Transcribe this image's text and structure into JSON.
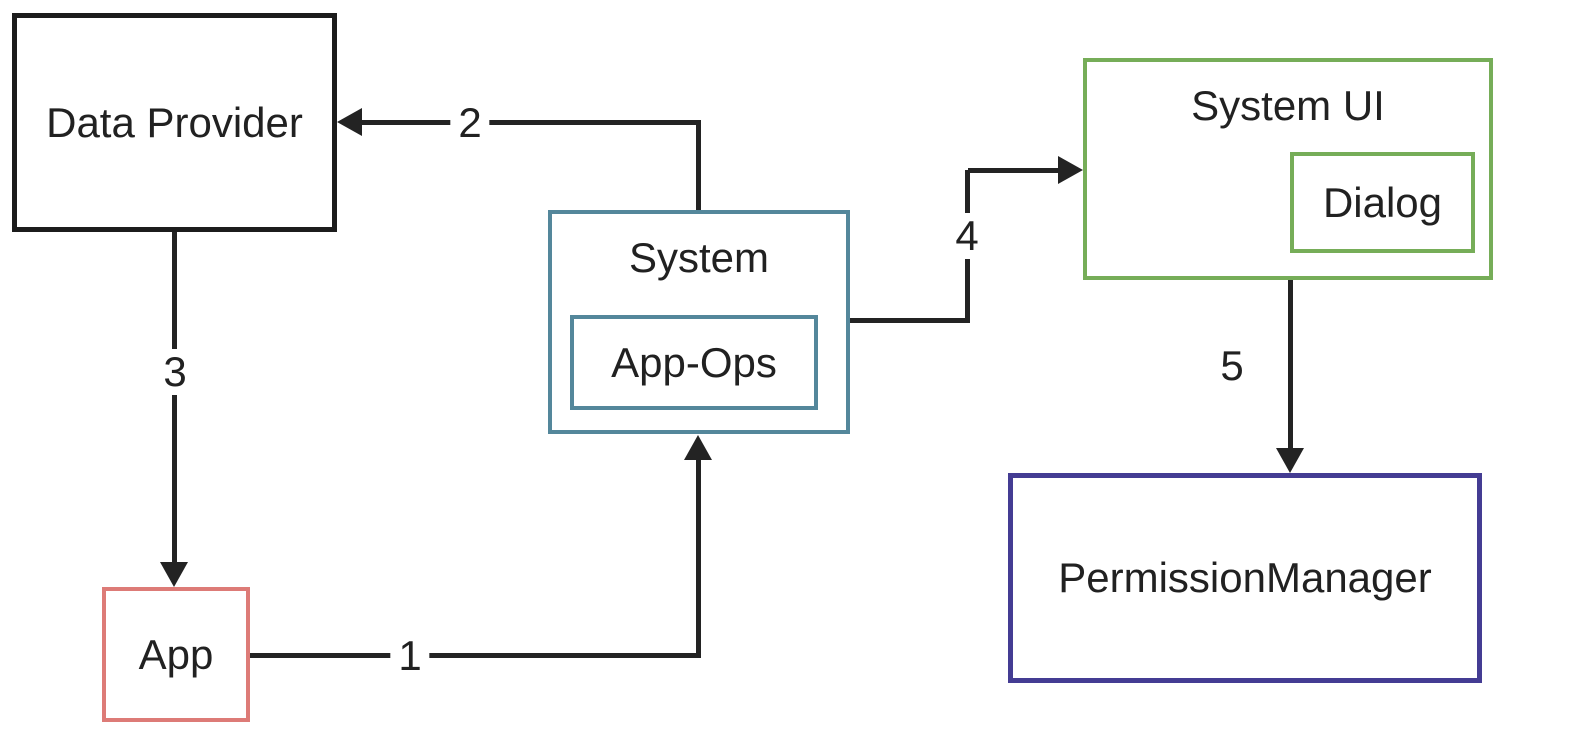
{
  "nodes": {
    "data_provider": {
      "label": "Data Provider",
      "border_color": "#1c1c1c"
    },
    "system": {
      "label": "System",
      "border_color": "#54879b"
    },
    "app_ops": {
      "label": "App-Ops",
      "border_color": "#54879b"
    },
    "system_ui": {
      "label": "System UI",
      "border_color": "#76ad58"
    },
    "dialog": {
      "label": "Dialog",
      "border_color": "#76ad58"
    },
    "permission_manager": {
      "label": "PermissionManager",
      "border_color": "#443c93"
    },
    "app": {
      "label": "App",
      "border_color": "#dd7b77"
    }
  },
  "edges": {
    "e1": {
      "label": "1",
      "from": "app",
      "to": "system"
    },
    "e2": {
      "label": "2",
      "from": "system",
      "to": "data_provider"
    },
    "e3": {
      "label": "3",
      "from": "data_provider",
      "to": "app"
    },
    "e4": {
      "label": "4",
      "from": "system",
      "to": "system_ui"
    },
    "e5": {
      "label": "5",
      "from": "system_ui",
      "to": "permission_manager"
    }
  },
  "colors": {
    "background": "#ffffff",
    "arrow": "#232323",
    "text": "#212121"
  }
}
